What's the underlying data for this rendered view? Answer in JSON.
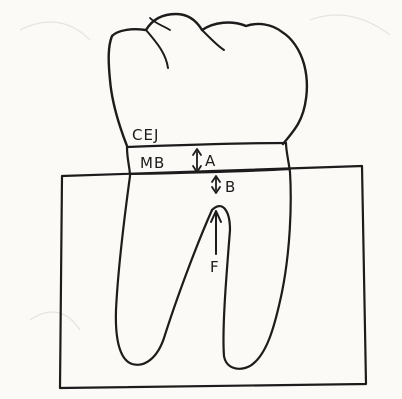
{
  "labels": {
    "cej": "CEJ",
    "mb": "MB",
    "a": "A",
    "b": "B",
    "f": "F"
  },
  "colors": {
    "ink": "#1c1c1c",
    "paper": "#fbfaf7"
  }
}
